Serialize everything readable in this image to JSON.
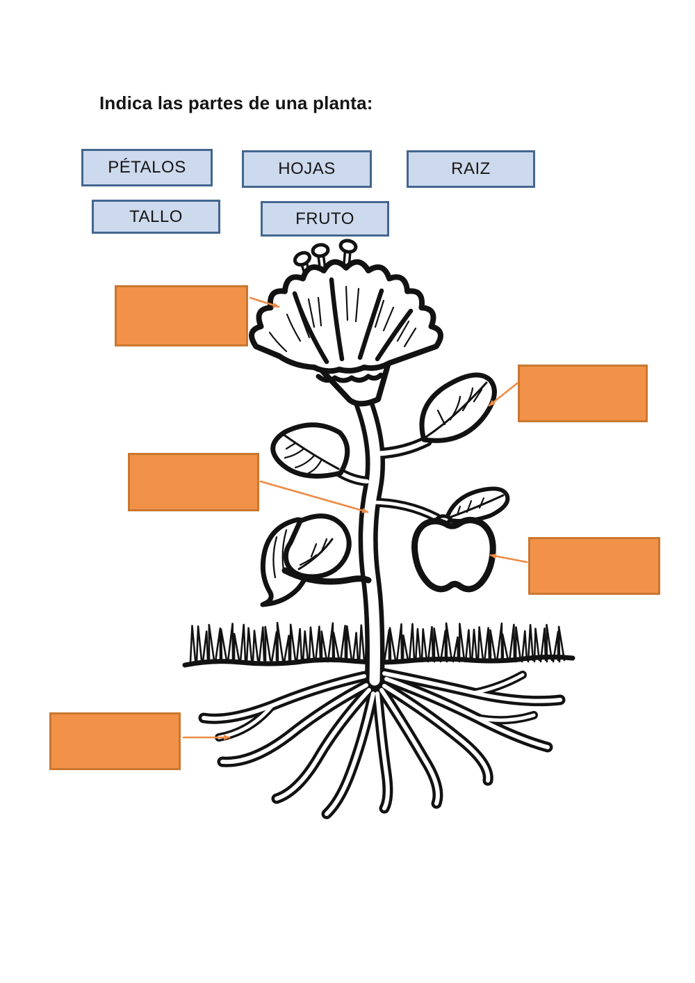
{
  "title": "Indica las partes de una planta:",
  "word_bank": {
    "items": [
      {
        "label": "PÉTALOS"
      },
      {
        "label": "HOJAS"
      },
      {
        "label": "RAIZ"
      },
      {
        "label": "TALLO"
      },
      {
        "label": "FRUTO"
      }
    ]
  },
  "answer_boxes": [
    {
      "value": "",
      "target": "flower petals"
    },
    {
      "value": "",
      "target": "leaf"
    },
    {
      "value": "",
      "target": "stem"
    },
    {
      "value": "",
      "target": "fruit"
    },
    {
      "value": "",
      "target": "roots"
    }
  ],
  "colors": {
    "word_box_fill": "#cdd9ed",
    "word_box_border": "#44668f",
    "answer_box_fill": "#f29249",
    "answer_box_border": "#c9772f",
    "arrow": "#ee8a45",
    "ink": "#121212"
  }
}
